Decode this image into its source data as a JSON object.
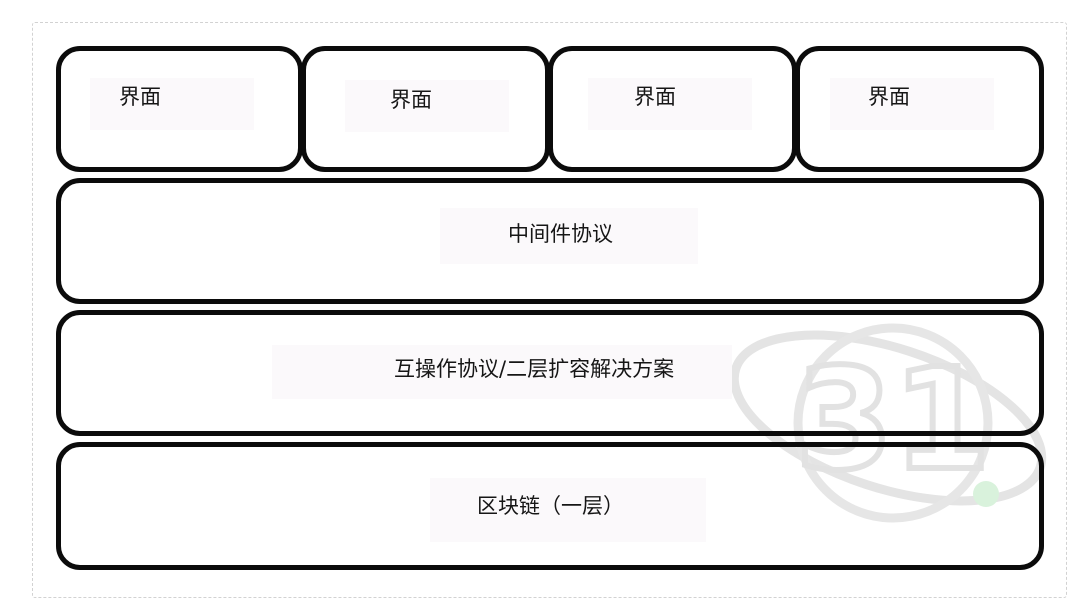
{
  "diagram": {
    "interfaces": [
      "界面",
      "界面",
      "界面",
      "界面"
    ],
    "middleware": "中间件协议",
    "interop": "互操作协议/二层扩容解决方案",
    "blockchain": "区块链（一层）",
    "watermark_text": "31",
    "colors": {
      "border": "#0b0b0b",
      "text": "#161616",
      "watermark": "#e4e4e4",
      "watermark_dot": "#d9f2dc"
    }
  }
}
